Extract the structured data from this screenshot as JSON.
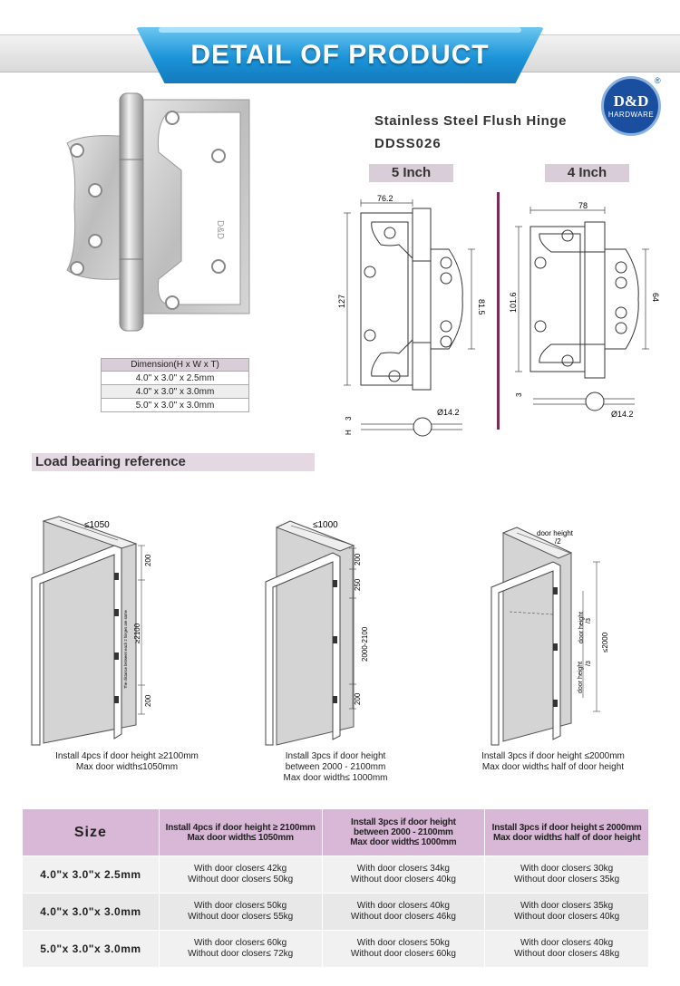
{
  "header": {
    "title": "DETAIL OF PRODUCT"
  },
  "brand": {
    "logo_text": "D&D",
    "logo_sub": "HARDWARE",
    "reg": "®",
    "hinge_mark": "D&D"
  },
  "product": {
    "name": "Stainless Steel Flush Hinge",
    "code": "DDSS026"
  },
  "dimension_table": {
    "header": "Dimension(H x W x T)",
    "rows": [
      "4.0\" x 3.0\" x 2.5mm",
      "4.0\" x 3.0\" x 3.0mm",
      "5.0\" x 3.0\" x 3.0mm"
    ]
  },
  "drawings": {
    "five_inch": {
      "label": "5 Inch",
      "width": "76.2",
      "height": "127",
      "leaf": "81.5",
      "thickness": "3",
      "knuckle": "Ø14.2",
      "h_label": "H"
    },
    "four_inch": {
      "label": "4 Inch",
      "width": "78",
      "height": "101.6",
      "leaf": "64",
      "thickness": "3",
      "knuckle": "Ø14.2"
    }
  },
  "load_section": {
    "title": "Load bearing reference"
  },
  "doors": [
    {
      "width": "≤1050",
      "dims": [
        "200",
        "≥2100",
        "200"
      ],
      "note": "The distance between each 2 hinges are same",
      "caption": [
        "Install 4pcs if door height ≥2100mm",
        "Max door width≤1050mm"
      ]
    },
    {
      "width": "≤1000",
      "dims": [
        "200",
        "250",
        "2000-2100",
        "200"
      ],
      "caption": [
        "Install 3pcs if door height",
        "between 2000 - 2100mm",
        "Max door width≤ 1000mm"
      ]
    },
    {
      "width_top": "door height",
      "width_bottom": "/2",
      "dims": [
        "door height",
        "/3",
        "door height",
        "/3",
        "≤2000"
      ],
      "caption": [
        "Install 3pcs if door height ≤2000mm",
        "Max door width≤ half of door height"
      ]
    }
  ],
  "load_table": {
    "headers": [
      "Size",
      [
        "Install 4pcs if door height ≥ 2100mm",
        "Max door width≤ 1050mm"
      ],
      [
        "Install 3pcs if door height",
        "between 2000 - 2100mm",
        "Max door width≤ 1000mm"
      ],
      [
        "Install 3pcs if door height ≤ 2000mm",
        "Max door width≤ half of door height"
      ]
    ],
    "rows": [
      {
        "size": "4.0\"x 3.0\"x 2.5mm",
        "cells": [
          [
            "With door closer≤ 42kg",
            "Without door closer≤ 50kg"
          ],
          [
            "With door closer≤ 34kg",
            "Without door closer≤ 40kg"
          ],
          [
            "With door closer≤ 30kg",
            "Without door closer≤ 35kg"
          ]
        ]
      },
      {
        "size": "4.0\"x 3.0\"x 3.0mm",
        "cells": [
          [
            "With door closer≤ 50kg",
            "Without door closer≤ 55kg"
          ],
          [
            "With door closer≤ 40kg",
            "Without door closer≤ 46kg"
          ],
          [
            "With door closer≤ 35kg",
            "Without door closer≤ 40kg"
          ]
        ]
      },
      {
        "size": "5.0\"x 3.0\"x 3.0mm",
        "cells": [
          [
            "With door closer≤ 60kg",
            "Without door closer≤ 72kg"
          ],
          [
            "With door closer≤ 50kg",
            "Without door closer≤ 60kg"
          ],
          [
            "With door closer≤ 40kg",
            "Without door closer≤ 48kg"
          ]
        ]
      }
    ]
  },
  "colors": {
    "accent_blue": "#1b93d8",
    "plum": "#7a2b52",
    "table_header": "#d9b7d6"
  }
}
